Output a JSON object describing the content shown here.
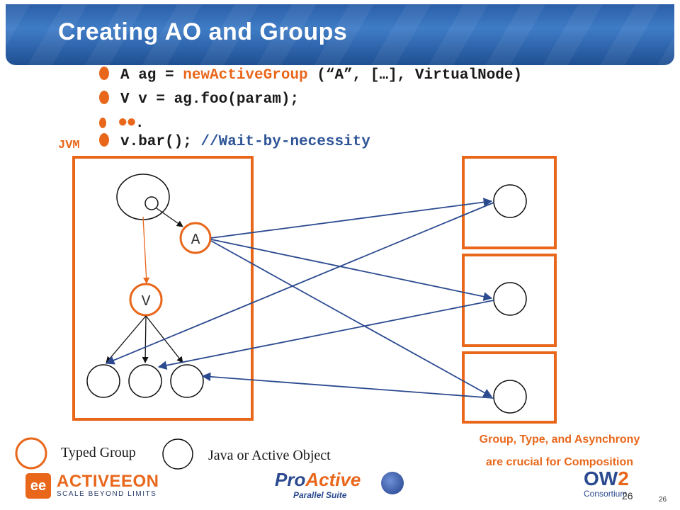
{
  "slide": {
    "title": "Creating AO and Groups",
    "page_number": "26",
    "page_number_small": "26"
  },
  "code": {
    "line1": {
      "prefix": "A ag = ",
      "keyword": "newActiveGroup",
      "suffix": " (“A”, […], VirtualNode)"
    },
    "line2": {
      "text": "V v = ag.foo(param);"
    },
    "line3": {
      "dots": "●●",
      "rest": "."
    },
    "line4": {
      "prefix": "v.bar(); ",
      "comment": "//Wait-by-necessity"
    }
  },
  "diagram": {
    "jvm_label": "JVM",
    "node_a_label": "A",
    "node_v_label": "V"
  },
  "legend": {
    "typed_group": "Typed Group",
    "java_object": "Java or Active Object"
  },
  "note": {
    "line1": "Group, Type, and Asynchrony",
    "line2": "are crucial for Composition"
  },
  "logos": {
    "activeeon_name": "ACTIVEEON",
    "activeeon_tagline": "SCALE BEYOND LIMITS",
    "proactive_pro": "Pro",
    "proactive_active": "Active",
    "proactive_tagline": "Parallel Suite",
    "ow2_ow": "OW",
    "ow2_two": "2",
    "ow2_tagline": "Consortium"
  },
  "colors": {
    "accent": "#e8671b",
    "arrow_blue": "#2b4a8f",
    "header_blue": "#3f7cc6"
  }
}
